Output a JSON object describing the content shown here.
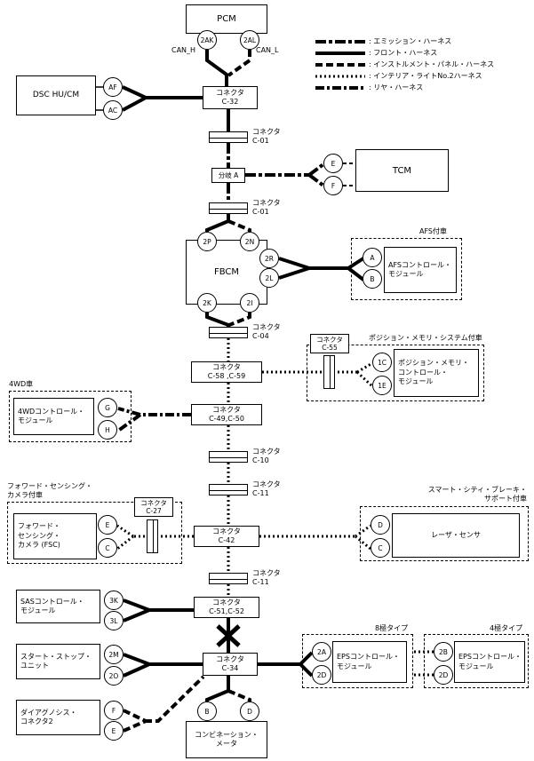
{
  "legend": {
    "items": [
      {
        "label": ": エミッション・ハーネス"
      },
      {
        "label": ": フロント・ハーネス"
      },
      {
        "label": ": インストルメント・パネル・ハーネス"
      },
      {
        "label": ": インテリア・ライトNo.2ハーネス"
      },
      {
        "label": ": リヤ・ハーネス"
      }
    ]
  },
  "signals": {
    "can_h": "CAN_H",
    "can_l": "CAN_L"
  },
  "modules": {
    "pcm": "PCM",
    "dsc": "DSC HU/CM",
    "tcm": "TCM",
    "fbcm": "FBCM",
    "afs": "AFSコントロール・\nモジュール",
    "posmem": "ポジション・メモリ・\nコントロール・\nモジュール",
    "awd": "4WDコントロール・\nモジュール",
    "fsc": "フォワード・\nセンシング・\nカメラ (FSC)",
    "laser": "レーザ・センサ",
    "sas": "SASコントロール・\nモジュール",
    "startstop": "スタート・ストップ・\nユニット",
    "eps8": "EPSコントロール・\nモジュール",
    "eps4": "EPSコントロール・\nモジュール",
    "diag": "ダイアグノシス・\nコネクタ2",
    "meter": "コンビネーション・\nメータ"
  },
  "connectors": {
    "word": "コネクタ",
    "c32": "C-32",
    "c01": "C-01",
    "branch_a": "分岐 A",
    "c04": "C-04",
    "c55": "C-55",
    "c58_59": "C-58 ,C-59",
    "c49_50": "C-49,C-50",
    "c10": "C-10",
    "c11": "C-11",
    "c27": "C-27",
    "c42": "C-42",
    "c51_52": "C-51,C-52",
    "c34": "C-34"
  },
  "groups": {
    "afs": "AFS付車",
    "posmem": "ポジション・メモリ・システム付車",
    "awd": "4WD車",
    "fsc_line1": "フォワード・センシング・",
    "fsc_line2": "カメラ付車",
    "scbs_line1": "スマート・シティ・ブレーキ・",
    "scbs_line2": "サポート付車",
    "eps8": "8極タイプ",
    "eps4": "4極タイプ"
  },
  "pins": {
    "pcm": [
      "2AK",
      "2AL"
    ],
    "dsc": [
      "AF",
      "AC"
    ],
    "tcm": [
      "E",
      "F"
    ],
    "fbcm": [
      "2P",
      "2N",
      "2R",
      "2L",
      "2K",
      "2I"
    ],
    "afs": [
      "A",
      "B"
    ],
    "posmem": [
      "1C",
      "1E"
    ],
    "awd": [
      "G",
      "H"
    ],
    "fsc": [
      "E",
      "C"
    ],
    "laser": [
      "D",
      "C"
    ],
    "sas": [
      "3K",
      "3L"
    ],
    "startstop": [
      "2M",
      "2O"
    ],
    "eps8": [
      "2A",
      "2D"
    ],
    "eps4": [
      "2B",
      "2D"
    ],
    "diag": [
      "F",
      "E"
    ],
    "meter": [
      "B",
      "D"
    ]
  }
}
